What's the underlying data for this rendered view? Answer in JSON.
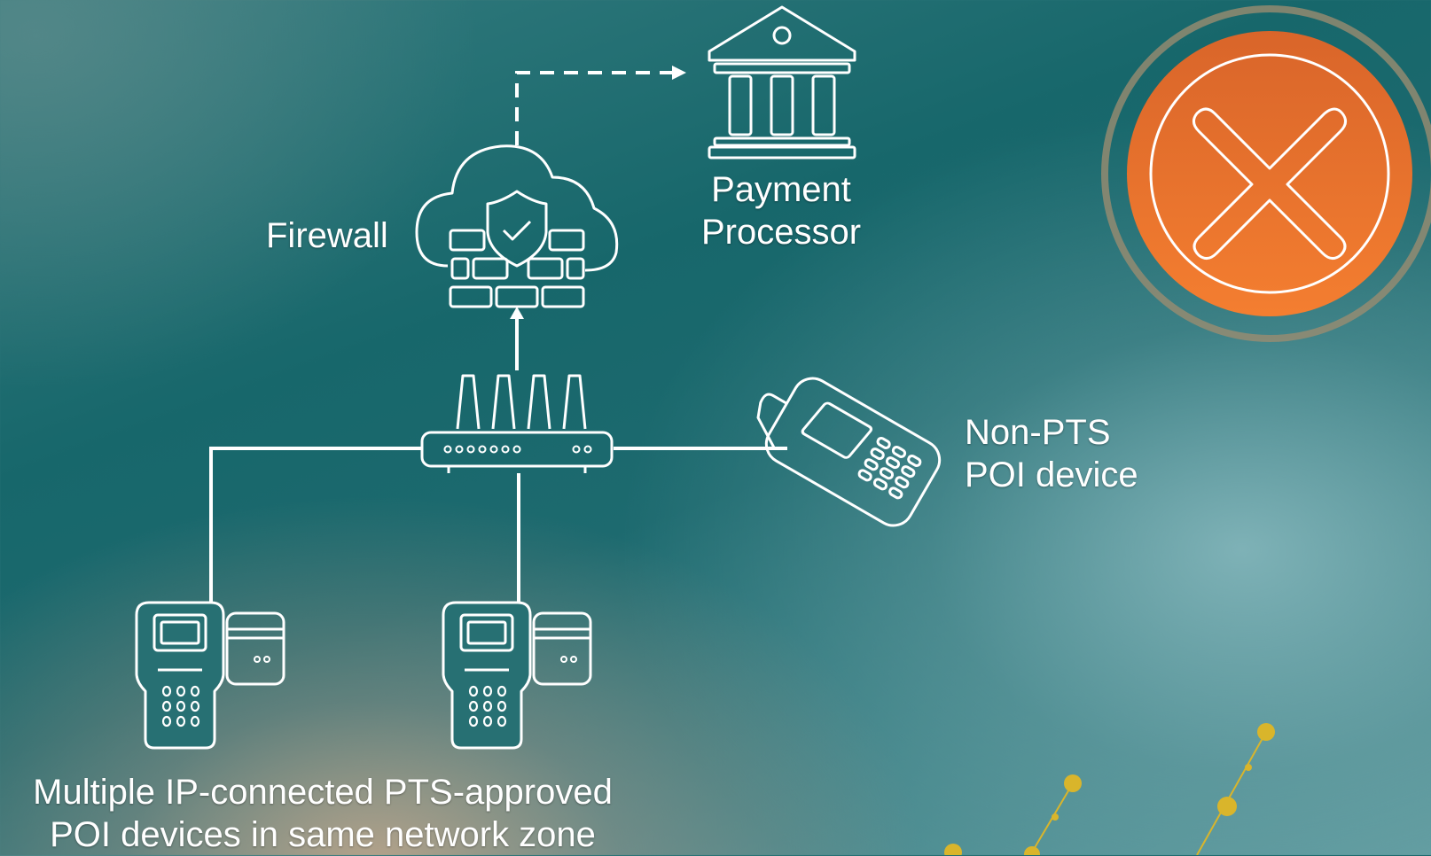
{
  "labels": {
    "firewall": "Firewall",
    "payment_processor": [
      "Payment",
      "Processor"
    ],
    "non_pts_device": [
      "Non-PTS",
      "POI device"
    ],
    "pts_devices_caption": [
      "Multiple IP-connected PTS-approved",
      "POI devices in same network zone"
    ]
  },
  "status_icon": "x-mark-icon",
  "colors": {
    "line": "#ffffff",
    "status_orange": "#ee7128",
    "status_ring": "#9a8c70",
    "accent_dots": "#d9b52b"
  }
}
